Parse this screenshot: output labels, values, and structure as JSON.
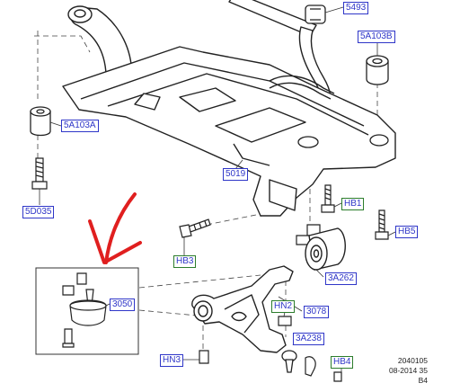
{
  "colors": {
    "label_blue": "#2f36c8",
    "label_green_border": "#2c7d2c",
    "arrow_red": "#e01f1f",
    "line": "#222222",
    "part_fill": "#ffffff",
    "shadow": "#b9b9b9"
  },
  "callouts": {
    "c5493": "5493",
    "c5a103b": "5A103B",
    "c5a103a": "5A103A",
    "c5019": "5019",
    "c5d035": "5D035",
    "hb1": "HB1",
    "hb5": "HB5",
    "hb3": "HB3",
    "c3a262": "3A262",
    "c3050": "3050",
    "hn2": "HN2",
    "c3078": "3078",
    "c3a238": "3A238",
    "hn3": "HN3",
    "hb4": "HB4"
  },
  "footer": {
    "line1": "2040105",
    "line2": "08-2014 35",
    "line3": "B4"
  }
}
